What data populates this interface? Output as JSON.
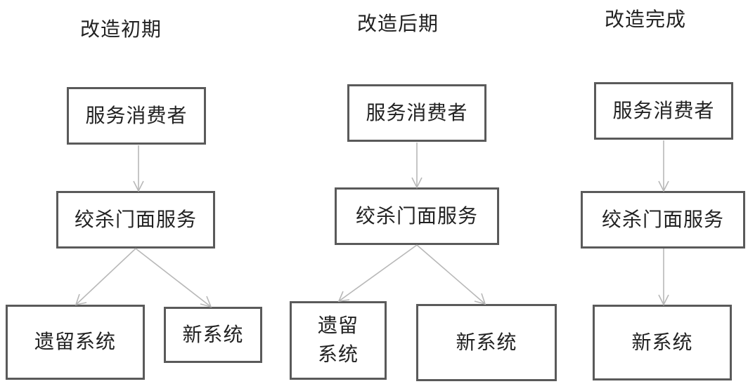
{
  "stages": [
    {
      "title": "改造初期",
      "consumer": "服务消费者",
      "facade": "绞杀门面服务",
      "legacy": "遗留系统",
      "new_system": "新系统"
    },
    {
      "title": "改造后期",
      "consumer": "服务消费者",
      "facade": "绞杀门面服务",
      "legacy_line1": "遗留",
      "legacy_line2": "系统",
      "new_system": "新系统"
    },
    {
      "title": "改造完成",
      "consumer": "服务消费者",
      "facade": "绞杀门面服务",
      "new_system": "新系统"
    }
  ]
}
